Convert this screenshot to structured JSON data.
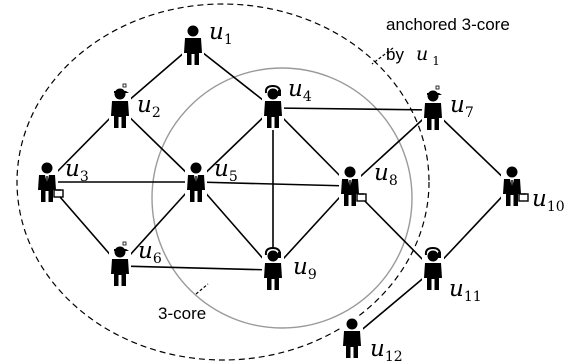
{
  "nodes": [
    {
      "id": "u1",
      "base": "u",
      "sub": "1",
      "icon": "person-icon"
    },
    {
      "id": "u2",
      "base": "u",
      "sub": "2",
      "icon": "person-cap-icon"
    },
    {
      "id": "u3",
      "base": "u",
      "sub": "3",
      "icon": "businessman-briefcase-icon"
    },
    {
      "id": "u4",
      "base": "u",
      "sub": "4",
      "icon": "person-phone-icon"
    },
    {
      "id": "u5",
      "base": "u",
      "sub": "5",
      "icon": "businessman-icon"
    },
    {
      "id": "u6",
      "base": "u",
      "sub": "6",
      "icon": "person-cap-icon"
    },
    {
      "id": "u7",
      "base": "u",
      "sub": "7",
      "icon": "person-cap-icon"
    },
    {
      "id": "u8",
      "base": "u",
      "sub": "8",
      "icon": "businessman-briefcase-icon"
    },
    {
      "id": "u9",
      "base": "u",
      "sub": "9",
      "icon": "person-phone-icon"
    },
    {
      "id": "u10",
      "base": "u",
      "sub": "10",
      "icon": "businessman-briefcase-icon"
    },
    {
      "id": "u11",
      "base": "u",
      "sub": "11",
      "icon": "person-phone-icon"
    },
    {
      "id": "u12",
      "base": "u",
      "sub": "12",
      "icon": "person-icon"
    }
  ],
  "edges": [
    [
      "u1",
      "u2"
    ],
    [
      "u1",
      "u4"
    ],
    [
      "u2",
      "u3"
    ],
    [
      "u2",
      "u5"
    ],
    [
      "u3",
      "u5"
    ],
    [
      "u3",
      "u6"
    ],
    [
      "u4",
      "u5"
    ],
    [
      "u4",
      "u7"
    ],
    [
      "u4",
      "u8"
    ],
    [
      "u4",
      "u9"
    ],
    [
      "u5",
      "u6"
    ],
    [
      "u5",
      "u8"
    ],
    [
      "u5",
      "u9"
    ],
    [
      "u6",
      "u9"
    ],
    [
      "u7",
      "u8"
    ],
    [
      "u7",
      "u10"
    ],
    [
      "u8",
      "u9"
    ],
    [
      "u8",
      "u11"
    ],
    [
      "u10",
      "u11"
    ],
    [
      "u11",
      "u12"
    ]
  ],
  "annotations": {
    "anchored_line1": "anchored 3-core",
    "anchored_line2_prefix": "by",
    "anchored_line2_var": "u",
    "anchored_line2_sub": "1",
    "core_label": "3-core"
  },
  "colors": {
    "figure": "#000000",
    "inner_circle": "#9a9a9a",
    "outer_ellipse": "#000000"
  }
}
